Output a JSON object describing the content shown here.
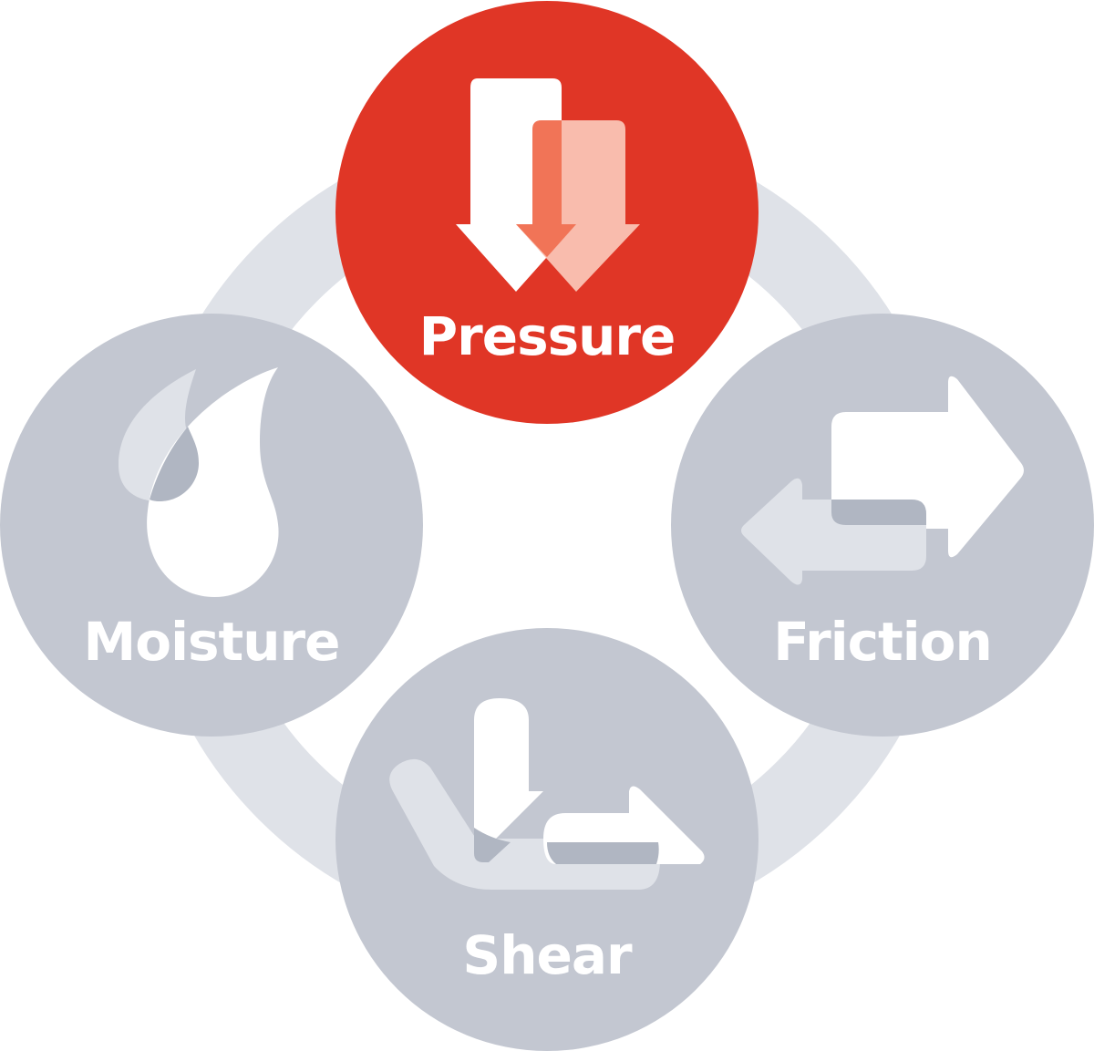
{
  "colors": {
    "ring": "#dfe2e8",
    "node_inactive": "#c3c7d1",
    "node_active": "#e03626",
    "icon_white": "#ffffff",
    "icon_light": "#dfe2e8",
    "icon_overlap": "#b0b6c2",
    "pressure_overlap": "#f17457",
    "pressure_light": "#f9bcad"
  },
  "nodes": {
    "pressure": {
      "label": "Pressure",
      "icon": "down-arrows-icon",
      "active": true
    },
    "moisture": {
      "label": "Moisture",
      "icon": "water-drop-icon",
      "active": false
    },
    "friction": {
      "label": "Friction",
      "icon": "opposing-arrows-icon",
      "active": false
    },
    "shear": {
      "label": "Shear",
      "icon": "shear-arrow-icon",
      "active": false
    }
  }
}
